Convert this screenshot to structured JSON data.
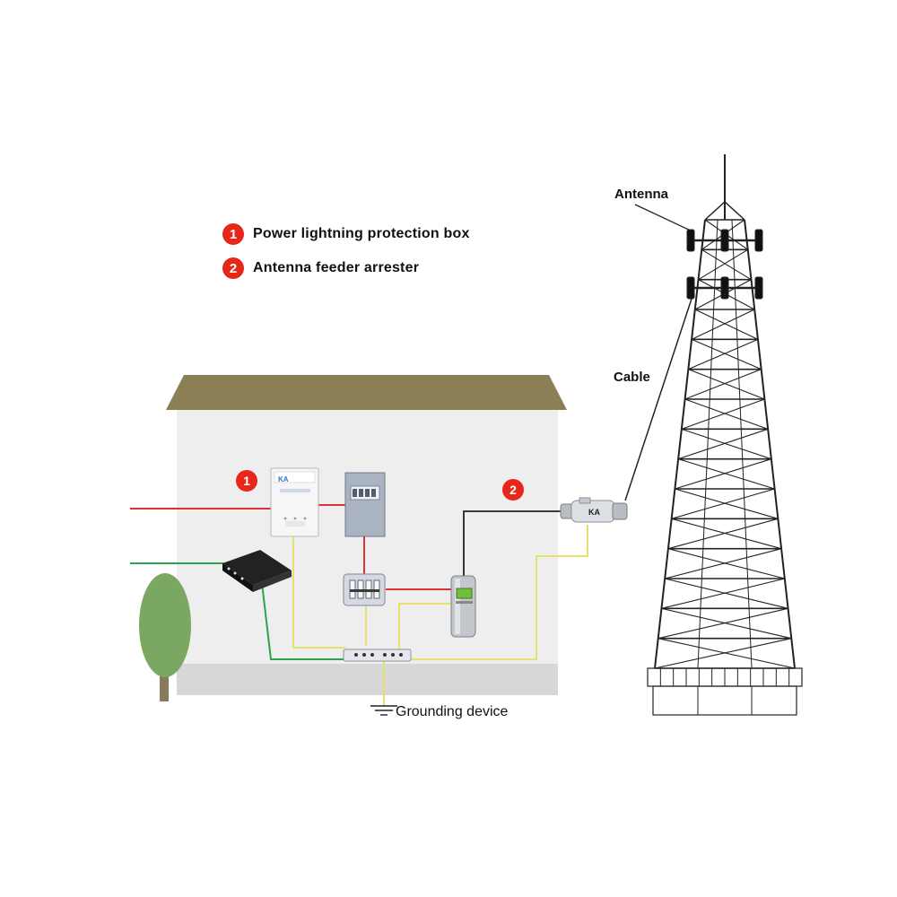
{
  "legend": [
    {
      "number": "1",
      "text": "Power lightning protection box"
    },
    {
      "number": "2",
      "text": "Antenna feeder arrester"
    }
  ],
  "markers": {
    "box": "1",
    "arrester": "2"
  },
  "labels": {
    "antenna": "Antenna",
    "cable": "Cable",
    "grounding": "Grounding device"
  },
  "device_brand": "KA",
  "colors": {
    "badge": "#e8271b",
    "power_line": "#e03030",
    "signal_line": "#2aa44a",
    "ground_wire": "#e3e36a",
    "roof": "#8b7f55",
    "wall": "#eeeeee",
    "tree_leaf": "#7aa862",
    "tower": "#222222"
  }
}
